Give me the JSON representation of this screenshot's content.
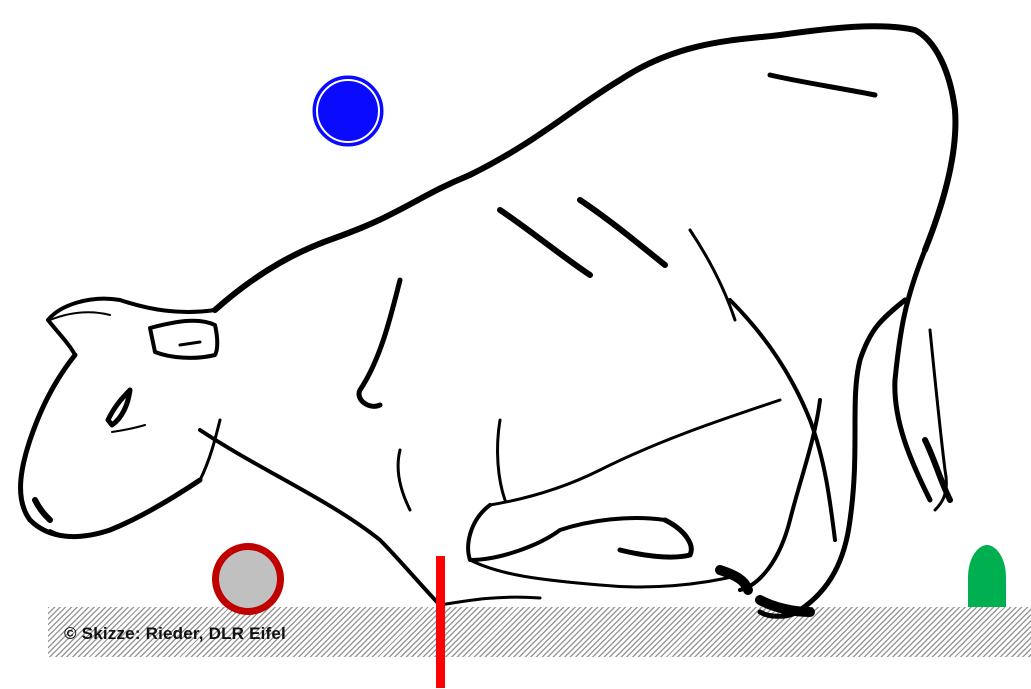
{
  "credit": "© Skizze: Rieder, DLR Eifel",
  "colors": {
    "blue_marker": "#0a0aff",
    "red_ring": "#c00000",
    "grey_fill": "#c0c0c0",
    "red_bar": "#ff0000",
    "green_marker": "#00b050",
    "ground_hatch": "#9a9a9a"
  },
  "icons": [
    "cow-sketch",
    "blue-circle-marker",
    "red-ring-grey-circle-marker",
    "red-vertical-line-marker",
    "green-bullet-marker"
  ]
}
